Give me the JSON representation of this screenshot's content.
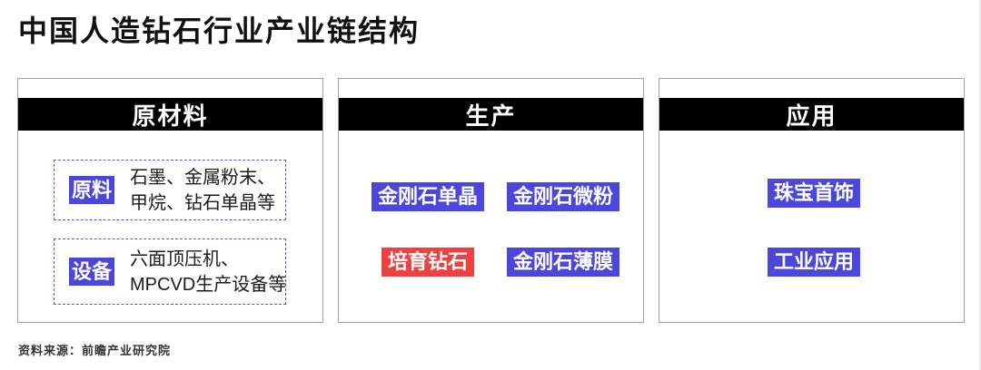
{
  "title": "中国人造钻石行业产业链结构",
  "source": "资料来源：前瞻产业研究院",
  "colors": {
    "header_bg": "#000000",
    "header_text": "#ffffff",
    "tag_blue": "#4b46dc",
    "tag_red": "#f04141",
    "dashed_border": "#5a55c8",
    "panel_border": "#a3a3a3"
  },
  "columns": [
    {
      "header": "原材料",
      "groups": [
        {
          "label": "原料",
          "lines": [
            "石墨、金属粉末、",
            "甲烷、钻石单晶等"
          ]
        },
        {
          "label": "设备",
          "lines": [
            "六面顶压机、",
            "MPCVD生产设备等"
          ]
        }
      ]
    },
    {
      "header": "生产",
      "tags": [
        {
          "text": "金刚石单晶",
          "color": "blue"
        },
        {
          "text": "金刚石微粉",
          "color": "blue"
        },
        {
          "text": "培育钻石",
          "color": "red"
        },
        {
          "text": "金刚石薄膜",
          "color": "blue"
        }
      ]
    },
    {
      "header": "应用",
      "tags": [
        {
          "text": "珠宝首饰",
          "color": "blue"
        },
        {
          "text": "工业应用",
          "color": "blue"
        }
      ]
    }
  ]
}
